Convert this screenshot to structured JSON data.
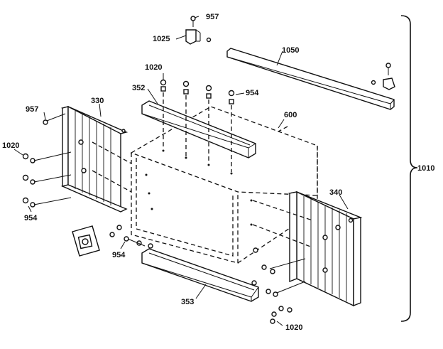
{
  "labels": {
    "p957_top": "957",
    "p1025": "1025",
    "p1050": "1050",
    "p1020_top": "1020",
    "p352": "352",
    "p954_top": "954",
    "p600": "600",
    "p957_left": "957",
    "p330": "330",
    "p1020_left": "1020",
    "p954_left": "954",
    "p954_mid": "954",
    "p340": "340",
    "p353": "353",
    "p1020_bottom": "1020",
    "p1010": "1010"
  }
}
